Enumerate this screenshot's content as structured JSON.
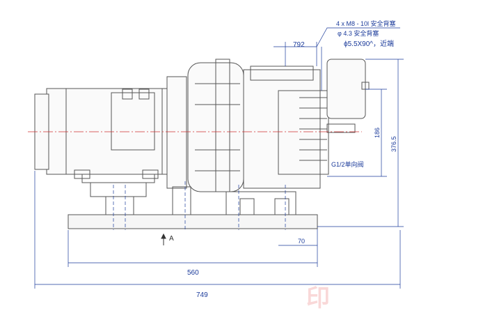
{
  "callout": {
    "line1": "4 x M8 - 10l 安全背塞",
    "line2": "φ 4.3 安全背塞",
    "line3": "ϕ5.5X90^，近端"
  },
  "dims": {
    "top": "792",
    "right_inner": "186",
    "right_outer": "376.5",
    "bottom_small": "70",
    "base": "560",
    "overall": "749"
  },
  "labels": {
    "view_a": "A",
    "port": "G1/2单向阀"
  },
  "colors": {
    "line": "#555555",
    "dim": "#1a3a9a",
    "centerline": "#d03030"
  }
}
